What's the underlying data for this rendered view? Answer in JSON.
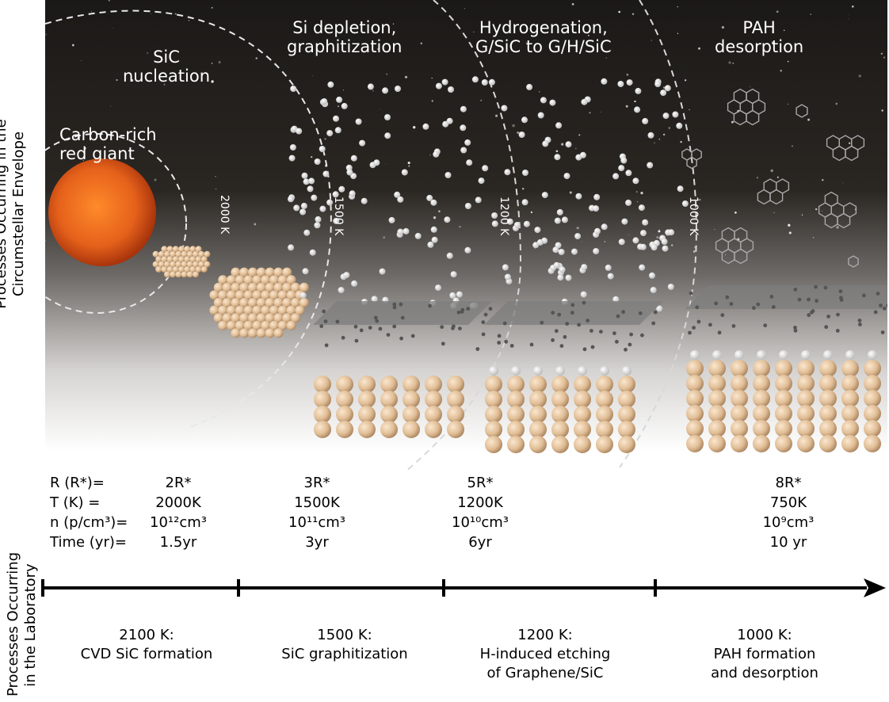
{
  "side_labels": {
    "envelope_line1": "Processes Occurring in the",
    "envelope_line2": "Circumstellar Envelope",
    "lab_line1": "Processes Occurring",
    "lab_line2": "in the Laboratory"
  },
  "stages": [
    {
      "line1": "SiC",
      "line2": "nucleation"
    },
    {
      "line1": "Si depletion,",
      "line2": "graphitization"
    },
    {
      "line1": "Hydrogenation,",
      "line2": "G/SiC to G/H/SiC"
    },
    {
      "line1": "PAH",
      "line2": "desorption"
    }
  ],
  "star_label": {
    "line1": "Carbon-rich",
    "line2": "red giant"
  },
  "shell_temps": [
    "2000 K",
    "1500 K",
    "1200 K",
    "1000 K"
  ],
  "params": {
    "labels": [
      "R (R*)=",
      "T (K)  =",
      "n (p/cm³)=",
      "Time (yr)="
    ],
    "columns": [
      {
        "r": "2R*",
        "t": "2000K",
        "n": "10¹²cm³",
        "time": "1.5yr"
      },
      {
        "r": "3R*",
        "t": "1500K",
        "n": "10¹¹cm³",
        "time": "3yr"
      },
      {
        "r": "5R*",
        "t": "1200K",
        "n": "10¹⁰cm³",
        "time": "6yr"
      },
      {
        "r": "8R*",
        "t": "750K",
        "n": "10⁹cm³",
        "time": "10 yr"
      }
    ]
  },
  "lab_processes": [
    {
      "line1": "2100 K:",
      "line2": "CVD SiC formation",
      "line3": ""
    },
    {
      "line1": "1500 K:",
      "line2": "SiC graphitization",
      "line3": ""
    },
    {
      "line1": "1200 K:",
      "line2": "H-induced etching",
      "line3": "of Graphene/SiC"
    },
    {
      "line1": "1000 K:",
      "line2": "PAH formation",
      "line3": "and desorption"
    }
  ],
  "colors": {
    "sky_top": "#1a1816",
    "sky_bottom": "#ffffff",
    "star": "#e8661c",
    "sic_atom": "#e2c09b",
    "graphene": "#8a8a8a"
  }
}
